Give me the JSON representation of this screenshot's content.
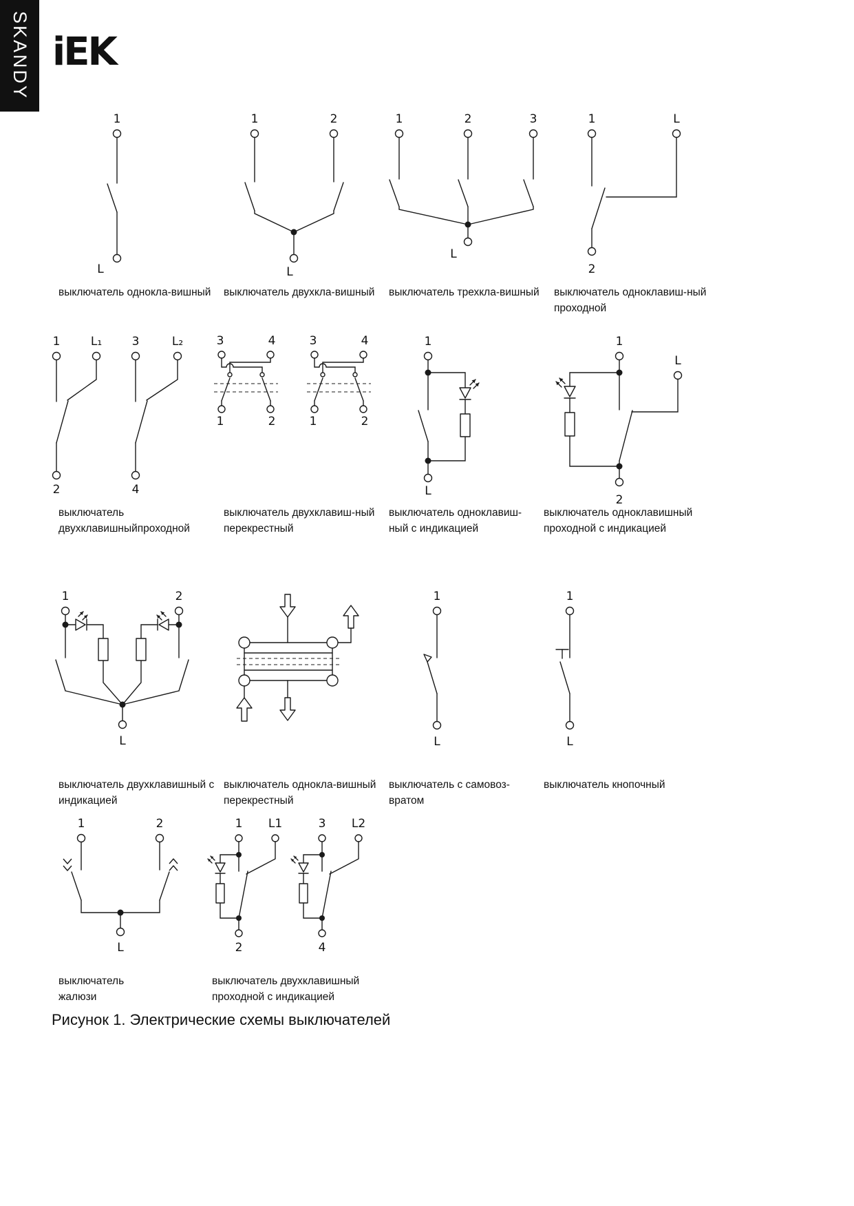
{
  "page": {
    "brand_vertical": "SKANDY",
    "logo": "iEK",
    "figure_caption": "Рисунок 1. Электрические схемы выключателей"
  },
  "diagrams": [
    {
      "name": "one-gang-switch",
      "caption": "выключатель однокла-вишный",
      "labels": {
        "t1": "1",
        "b1": "L"
      }
    },
    {
      "name": "two-gang-switch",
      "caption": "выключатель двухкла-вишный",
      "labels": {
        "t1": "1",
        "t2": "2",
        "b1": "L"
      }
    },
    {
      "name": "three-gang-switch",
      "caption": "выключатель трехкла-вишный",
      "labels": {
        "t1": "1",
        "t2": "2",
        "t3": "3",
        "b1": "L"
      }
    },
    {
      "name": "one-gang-two-way",
      "caption": "выключатель одноклавиш-ный\nпроходной",
      "labels": {
        "t1": "1",
        "t2": "L",
        "b1": "2"
      }
    },
    {
      "name": "two-gang-two-way",
      "caption": "выключатель\nдвухклавишныйпроходной",
      "labels": {
        "t1": "1",
        "t2": "L₁",
        "t3": "3",
        "t4": "L₂",
        "b1": "2",
        "b2": "4"
      }
    },
    {
      "name": "two-gang-crossover",
      "caption": "выключатель двухклавиш-ный\nперекрестный",
      "labels": {
        "a_t1": "3",
        "a_t2": "4",
        "a_b1": "1",
        "a_b2": "2",
        "b_t1": "3",
        "b_t2": "4",
        "b_b1": "1",
        "b_b2": "2"
      }
    },
    {
      "name": "one-gang-indicator",
      "caption": "выключатель одноклавиш-\nный с индикацией",
      "labels": {
        "t1": "1",
        "b1": "L"
      }
    },
    {
      "name": "one-gang-two-way-indicator",
      "caption": "выключатель одноклавишный\nпроходной с индикацией",
      "labels": {
        "t1": "1",
        "t2": "L",
        "b1": "2"
      }
    },
    {
      "name": "two-gang-indicator",
      "caption": "выключатель двухклавишный с\nиндикацией",
      "labels": {
        "t1": "1",
        "t2": "2",
        "b1": "L"
      }
    },
    {
      "name": "one-gang-crossover-mech",
      "caption": "выключатель однокла-вишный\nперекрестный",
      "labels": {}
    },
    {
      "name": "momentary-switch",
      "caption": "выключатель с самовоз-\nвратом",
      "labels": {
        "t1": "1",
        "b1": "L"
      }
    },
    {
      "name": "push-button-switch",
      "caption": "выключатель кнопочный",
      "labels": {
        "t1": "1",
        "b1": "L"
      }
    },
    {
      "name": "shutter-switch",
      "caption": "выключатель\nжалюзи",
      "labels": {
        "t1": "1",
        "t2": "2",
        "b1": "L"
      }
    },
    {
      "name": "two-gang-two-way-indicator",
      "caption": "выключатель двухклавишный\nпроходной с индикацией",
      "labels": {
        "t1": "1",
        "t2": "L1",
        "t3": "3",
        "t4": "L2",
        "b1": "2",
        "b2": "4"
      }
    }
  ]
}
